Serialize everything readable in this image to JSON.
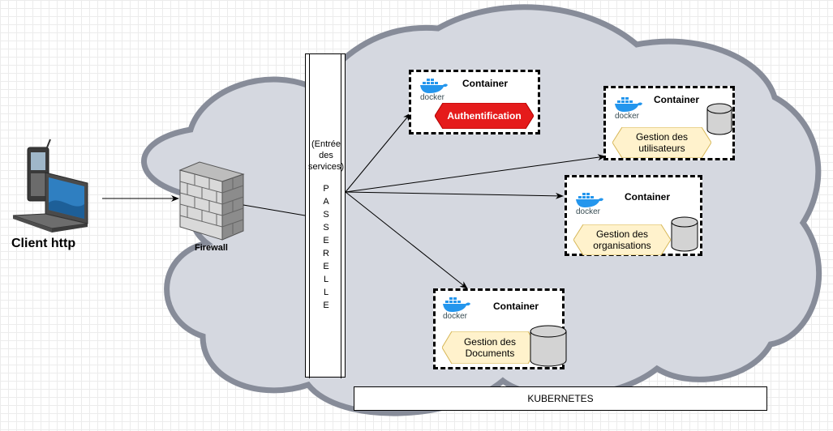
{
  "client": {
    "label": "Client http"
  },
  "firewall": {
    "label": "Firewall"
  },
  "gateway": {
    "caption": "(Entrée\ndes\nservices)",
    "letters": [
      "P",
      "A",
      "S",
      "S",
      "E",
      "R",
      "E",
      "L",
      "L",
      "E"
    ]
  },
  "cluster": {
    "label": "KUBERNETES"
  },
  "containers": [
    {
      "title": "Container",
      "service": "Authentification",
      "style": "red",
      "has_database": false
    },
    {
      "title": "Container",
      "service": "Gestion des utilisateurs",
      "style": "yellow",
      "has_database": true
    },
    {
      "title": "Container",
      "service": "Gestion des organisations",
      "style": "yellow",
      "has_database": true
    },
    {
      "title": "Container",
      "service": "Gestion des Documents",
      "style": "yellow",
      "has_database": true
    }
  ],
  "docker_logo_text": "docker",
  "colors": {
    "cloud_fill": "#d5d8e0",
    "cloud_stroke": "#878c99",
    "auth_fill": "#e51b1b",
    "service_fill": "#fff2cc",
    "service_stroke": "#d6b656",
    "database_fill": "#d3d3d3",
    "docker_blue": "#2496ed"
  },
  "icons": [
    "laptop-icon",
    "phone-icon",
    "firewall-icon",
    "docker-icon",
    "database-icon"
  ]
}
